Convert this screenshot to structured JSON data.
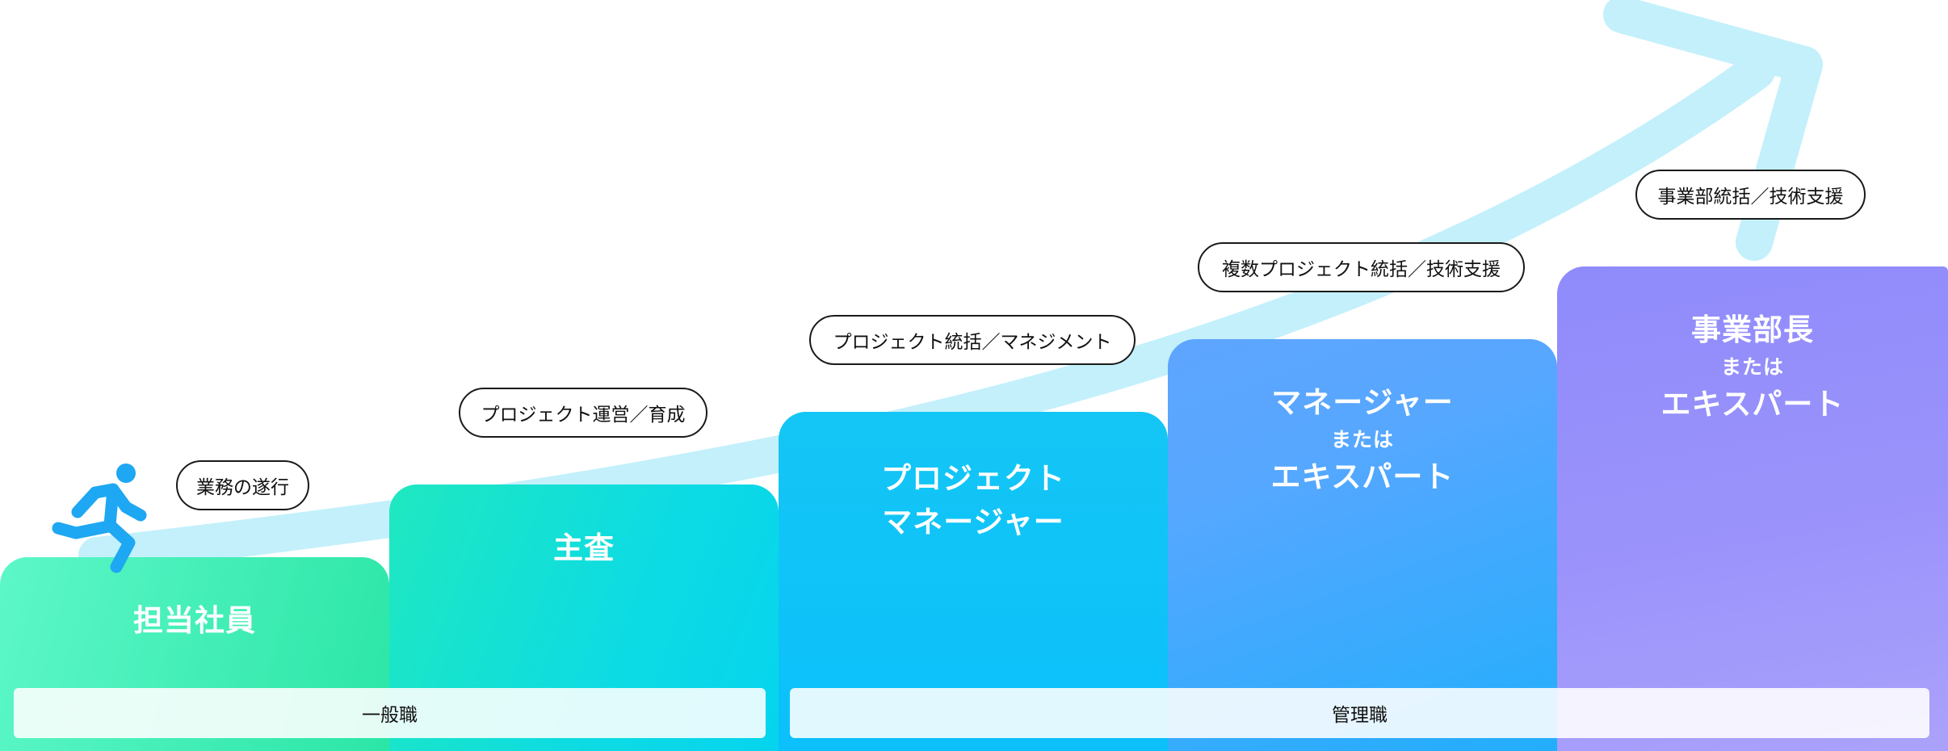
{
  "diagram": {
    "steps": [
      {
        "title": "担当社員",
        "duty": "業務の遂行"
      },
      {
        "title": "主査",
        "duty": "プロジェクト運営／育成"
      },
      {
        "title_lines": [
          "プロジェクト",
          "マネージャー"
        ],
        "duty": "プロジェクト統括／マネジメント"
      },
      {
        "title": "マネージャー",
        "connector": "または",
        "title_alt": "エキスパート",
        "duty": "複数プロジェクト統括／技術支援"
      },
      {
        "title": "事業部長",
        "connector": "または",
        "title_alt": "エキスパート",
        "duty": "事業部統括／技術支援"
      }
    ],
    "categories": [
      {
        "label": "一般職"
      },
      {
        "label": "管理職"
      }
    ],
    "icons": [
      "running-person-icon",
      "growth-arrow-icon"
    ],
    "colors": {
      "step_1": "#2be6a6",
      "step_2": "#0ddbe3",
      "step_3": "#0bc0fb",
      "step_4": "#57a7ff",
      "step_5": "#9b93fb",
      "arrow": "#c3f0fb",
      "runner": "#1ea7f2"
    }
  }
}
